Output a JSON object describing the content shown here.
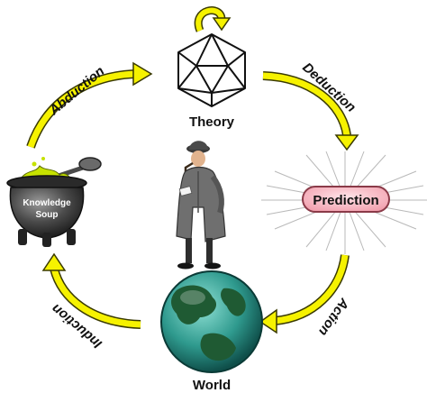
{
  "nodes": {
    "theory": {
      "label": "Theory",
      "icon": "icosahedron-icon"
    },
    "prediction": {
      "label": "Prediction",
      "icon": "starburst-icon"
    },
    "world": {
      "label": "World",
      "icon": "globe-icon"
    },
    "knowledge": {
      "label_line1": "Knowledge",
      "label_line2": "Soup",
      "icon": "cauldron-icon"
    },
    "detective": {
      "icon": "detective-figure-icon"
    }
  },
  "arrows": {
    "abduction": "Abduction",
    "deduction": "Deduction",
    "action": "Action",
    "induction": "Induction"
  },
  "colors": {
    "arrow_fill": "#f6f200",
    "arrow_stroke": "#3a3a00",
    "prediction_pill": "#f4b9c3",
    "cauldron": "#3b3b3b",
    "globe_water": "#2f9a8e",
    "globe_land": "#1f5a33"
  }
}
